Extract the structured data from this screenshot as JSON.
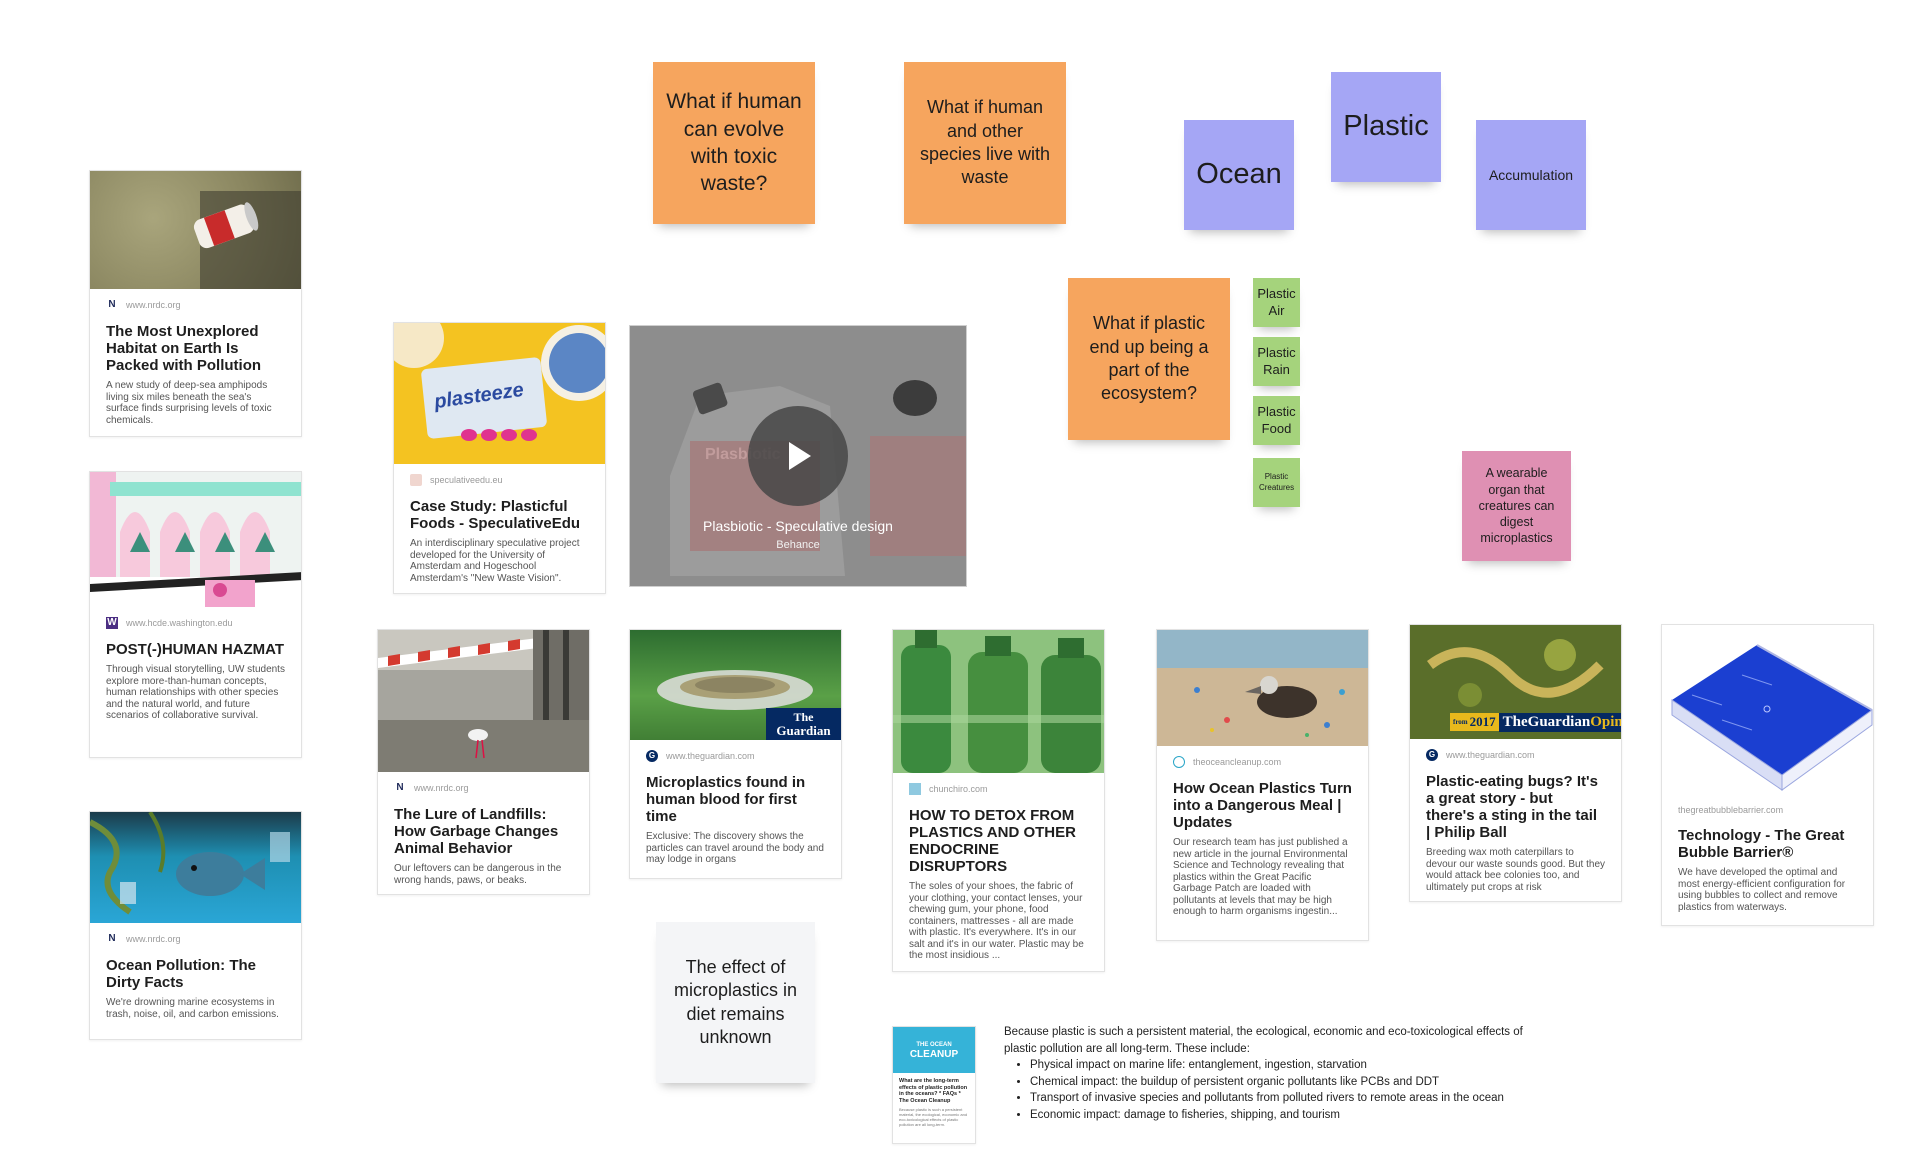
{
  "cards": {
    "nrdc1": {
      "source": "www.nrdc.org",
      "title": "The Most Unexplored Habitat on Earth Is Packed with Pollution",
      "desc": "A new study of deep-sea amphipods living six miles beneath the sea's surface finds surprising levels of toxic chemicals."
    },
    "hazmat": {
      "source": "www.hcde.washington.edu",
      "title": "POST(-)HUMAN HAZMAT",
      "desc": "Through visual storytelling, UW students explore more-than-human concepts, human relationships with other species and the natural world, and future scenarios of collaborative survival."
    },
    "ocean": {
      "source": "www.nrdc.org",
      "title": "Ocean Pollution: The Dirty Facts",
      "desc": "We're drowning marine ecosystems in trash, noise, oil, and carbon emissions."
    },
    "plasticful": {
      "source": "speculativeedu.eu",
      "title": "Case Study: Plasticful Foods - SpeculativeEdu",
      "desc": "An interdisciplinary speculative project developed for the University of Amsterdam and Hogeschool Amsterdam's \"New Waste Vision\".",
      "thumb_text": "plasteeze"
    },
    "landfill": {
      "source": "www.nrdc.org",
      "title": "The Lure of Landfills: How Garbage Changes Animal Behavior",
      "desc": "Our leftovers can be dangerous in the wrong hands, paws, or beaks."
    },
    "blood": {
      "source": "www.theguardian.com",
      "title": "Microplastics found in human blood for first time",
      "desc": "Exclusive: The discovery shows the particles can travel around the body and may lodge in organs",
      "thumb_text_1": "The",
      "thumb_text_2": "Guardian"
    },
    "detox": {
      "source": "chunchiro.com",
      "title": "HOW TO DETOX FROM PLASTICS AND OTHER ENDOCRINE DISRUPTORS",
      "desc": "The soles of your shoes, the fabric of your clothing, your contact lenses, your chewing gum, your phone, food containers, mattresses - all are made with plastic. It's everywhere. It's in our salt and it's in our water. Plastic may be the most insidious ..."
    },
    "meal": {
      "source": "theoceancleanup.com",
      "title": "How Ocean Plastics Turn into a Dangerous Meal | Updates",
      "desc": "Our research team has just published a new article in the journal Environmental Science and Technology revealing that plastics within the Great Pacific Garbage Patch are loaded with pollutants at levels that may be high enough to harm organisms ingestin..."
    },
    "bugs": {
      "source": "www.theguardian.com",
      "title": "Plastic-eating bugs? It's a great story - but there's a sting in the tail | Philip Ball",
      "desc": "Breeding wax moth caterpillars to devour our waste sounds good. But they would attack bee colonies too, and ultimately put crops at risk",
      "thumb_year_small": "from",
      "thumb_year": "2017",
      "thumb_brand_1": "The",
      "thumb_brand_2": "Guardian",
      "thumb_brand_3": "Opinions"
    },
    "bubble": {
      "source": "thegreatbubblebarrier.com",
      "title": "Technology - The Great Bubble Barrier®",
      "desc": "We have developed the optimal and most energy-efficient configuration for using bubbles to collect and remove plastics from waterways."
    }
  },
  "stickies": {
    "toxic": "What if human can evolve with toxic waste?",
    "species": "What if human and other species live with waste",
    "ocean": "Ocean",
    "plastic": "Plastic",
    "accumulation": "Accumulation",
    "ecosystem": "What if plastic end up being a part of the ecosystem?",
    "air": "Plastic Air",
    "rain": "Plastic Rain",
    "food": "Plastic Food",
    "creatures": "Plastic Creatures",
    "organ": "A wearable organ that creatures can digest microplastics",
    "effect": "The effect of microplastics in diet remains unknown"
  },
  "video": {
    "title": "Plasbiotic - Speculative design",
    "subtitle": "Behance",
    "bg_text": "Plasbiotic"
  },
  "cleanup": {
    "logo_1": "THE OCEAN",
    "logo_2": "CLEANUP",
    "title": "What are the long-term effects of plastic pollution in the oceans? * FAQs * The Ocean Cleanup",
    "desc": "Because plastic is such a persistent material, the ecological, economic and eco-toxicological effects of plastic pollution are all long-term."
  },
  "textblock": {
    "intro": "Because plastic is such a persistent material, the ecological, economic and eco-toxicological effects of plastic pollution are all long-term. These include:",
    "items": [
      "Physical impact on marine life: entanglement, ingestion, starvation",
      "Chemical impact: the buildup of persistent organic pollutants like PCBs and DDT",
      "Transport of invasive species and pollutants from polluted rivers to remote areas in the ocean",
      "Economic impact: damage to fisheries, shipping, and tourism"
    ]
  },
  "colors": {
    "orange": "#f6a55e",
    "purple": "#a5a6f5",
    "green": "#a5d37c",
    "pink": "#df90b3",
    "sticky_white": "#f4f5f7",
    "guardian_navy": "#052962"
  }
}
